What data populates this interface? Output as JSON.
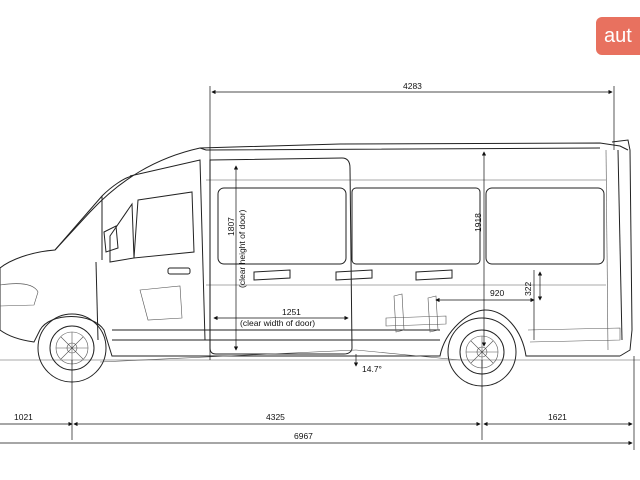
{
  "watermark": {
    "text": "aut"
  },
  "dimensions": {
    "total_length": "6967",
    "load_length": "4283",
    "front_overhang": "1021",
    "wheelbase": "4325",
    "rear_overhang": "1621",
    "door_height": "1807",
    "door_height_note": "(clear height of door)",
    "door_width": "1251",
    "door_width_note": "(clear width of door)",
    "interior_height": "1918",
    "step_width": "920",
    "step_height": "322",
    "ramp_angle": "14.7°"
  }
}
